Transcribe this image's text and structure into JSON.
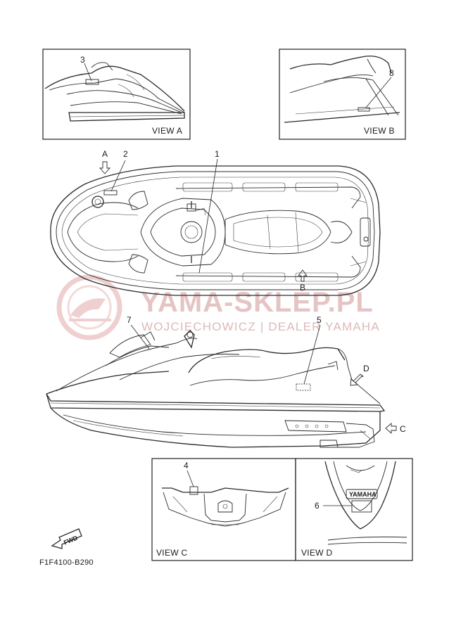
{
  "callouts": {
    "n1": "1",
    "n2": "2",
    "n3": "3",
    "n4": "4",
    "n5": "5",
    "n6": "6",
    "n7": "7",
    "n8": "8"
  },
  "view_arrows": {
    "a": "A",
    "b": "B",
    "c": "C",
    "d": "D"
  },
  "view_titles": {
    "view_a": "VIEW A",
    "view_b": "VIEW B",
    "view_c": "VIEW C",
    "view_d": "VIEW D"
  },
  "watermark": {
    "title": "YAMA-SKLEP.PL",
    "subtitle": "WOJCIECHOWICZ | DEALER YAMAHA",
    "color": "#e5c4c4"
  },
  "badge": {
    "fwd": "FWD",
    "brand": "YAMAHA"
  },
  "figure_code": "F1F4100-B290",
  "icons": [
    "arrow-down-icon",
    "arrow-up-icon",
    "arrow-left-icon",
    "arrow-diag-icon",
    "fwd-arrow-icon",
    "watermark-logo-icon"
  ]
}
